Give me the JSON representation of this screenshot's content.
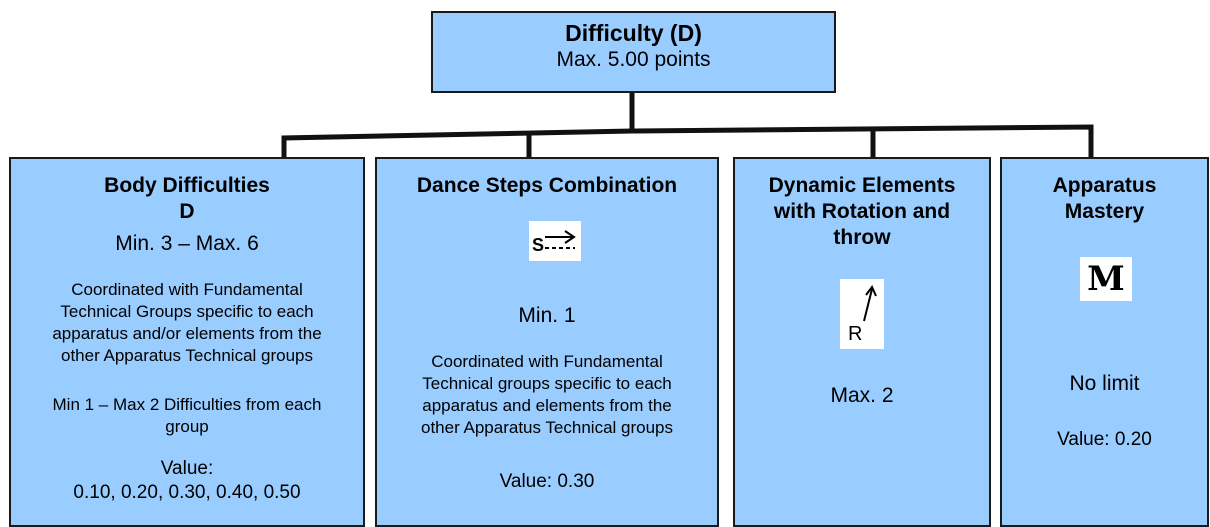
{
  "top": {
    "title": "Difficulty (D)",
    "subtitle": "Max. 5.00 points"
  },
  "columns": [
    {
      "title_line1": "Body Difficulties",
      "symbol": "D",
      "range": "Min. 3 – Max. 6",
      "desc_lines": [
        "Coordinated with Fundamental",
        "Technical Groups specific to each",
        "apparatus and/or elements from the",
        "other Apparatus Technical groups"
      ],
      "note_lines": [
        "Min 1 – Max 2 Difficulties from each",
        "group"
      ],
      "value_label": "Value:",
      "value_text": "0.10, 0.20, 0.30, 0.40, 0.50"
    },
    {
      "title_line1": "Dance Steps Combination",
      "icon_letter": "S",
      "icon": "dance-steps-arrow-icon",
      "range": "Min. 1",
      "desc_lines": [
        "Coordinated with Fundamental",
        "Technical groups specific to each",
        "apparatus and elements from the",
        "other Apparatus Technical groups"
      ],
      "value_text": "Value: 0.30"
    },
    {
      "title_lines": [
        "Dynamic Elements",
        "with Rotation and",
        "throw"
      ],
      "icon_letter": "R",
      "icon": "rotation-throw-arrow-icon",
      "range": "Max. 2"
    },
    {
      "title_lines": [
        "Apparatus",
        "Mastery"
      ],
      "icon_letter": "M",
      "range": "No limit",
      "value_text": "Value: 0.20"
    }
  ],
  "colors": {
    "box_fill": "#99ccff",
    "border": "#1a1a1a",
    "icon_bg": "#ffffff"
  }
}
